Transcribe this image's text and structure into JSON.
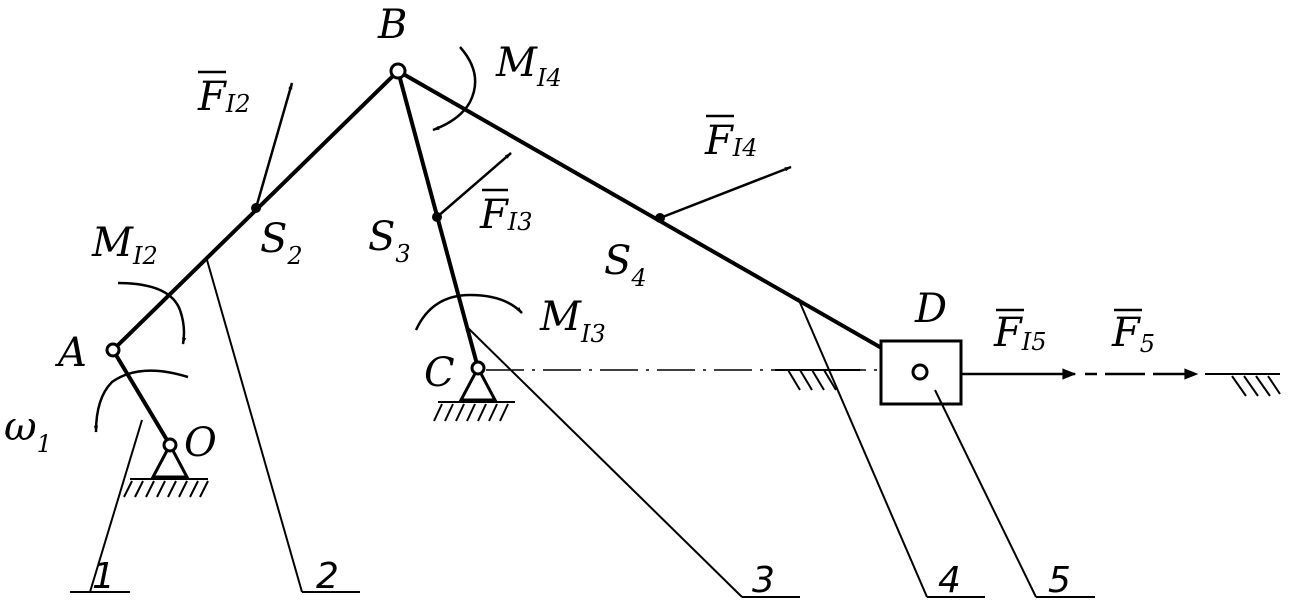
{
  "points": {
    "A": "A",
    "B": "B",
    "C": "C",
    "D": "D",
    "O": "O"
  },
  "centers_of_mass": {
    "s2": {
      "main": "S",
      "sub": "2"
    },
    "s3": {
      "main": "S",
      "sub": "3"
    },
    "s4": {
      "main": "S",
      "sub": "4"
    }
  },
  "angular_velocity": {
    "main": "ω",
    "sub": "1"
  },
  "inertia_forces": {
    "fi2": {
      "main": "F",
      "sub": "I2"
    },
    "fi3": {
      "main": "F",
      "sub": "I3"
    },
    "fi4": {
      "main": "F",
      "sub": "I4"
    },
    "fi5": {
      "main": "F",
      "sub": "I5"
    }
  },
  "external_force": {
    "main": "F",
    "sub": "5"
  },
  "inertia_moments": {
    "mi2": {
      "main": "M",
      "sub": "I2"
    },
    "mi3": {
      "main": "M",
      "sub": "I3"
    },
    "mi4": {
      "main": "M",
      "sub": "I4"
    }
  },
  "link_numbers": [
    "1",
    "2",
    "3",
    "4",
    "5"
  ]
}
